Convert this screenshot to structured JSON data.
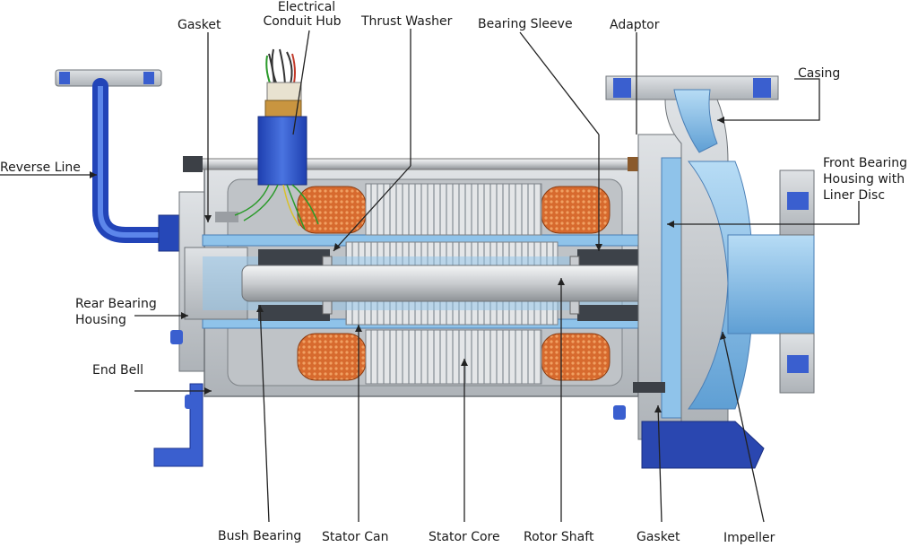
{
  "labels": {
    "gasket_top": "Gasket",
    "electrical_conduit_hub_line1": "Electrical",
    "electrical_conduit_hub_line2": "Conduit Hub",
    "thrust_washer": "Thrust Washer",
    "bearing_sleeve": "Bearing Sleeve",
    "adaptor": "Adaptor",
    "casing": "Casing",
    "reverse_line": "Reverse Line",
    "front_bearing_line1": "Front Bearing",
    "front_bearing_line2": "Housing with",
    "front_bearing_line3": "Liner Disc",
    "rear_bearing_line1": "Rear Bearing",
    "rear_bearing_line2": "Housing",
    "end_bell": "End Bell",
    "bush_bearing": "Bush Bearing",
    "stator_can": "Stator Can",
    "stator_core": "Stator Core",
    "rotor_shaft": "Rotor Shaft",
    "gasket_bottom": "Gasket",
    "impeller": "Impeller"
  },
  "colors": {
    "housing_gray": "#c9cdd1",
    "housing_edge": "#6e7378",
    "motor_blue": "#3a5fcf",
    "fluid_blue": "#8fc3ea",
    "winding_orange": "#d9692c",
    "shaft_gray": "#d6d8da",
    "leader": "#222222"
  }
}
